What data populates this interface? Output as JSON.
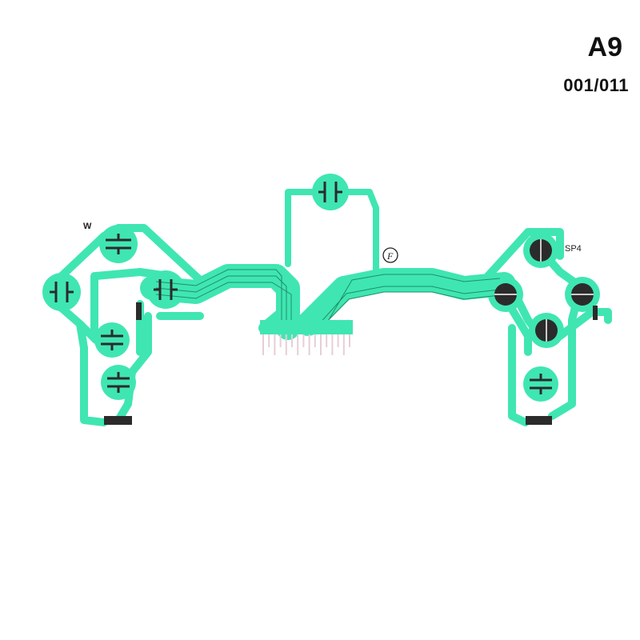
{
  "product": {
    "code": "A9",
    "image_counter": "001/011"
  },
  "circuit": {
    "label_left": "W",
    "label_right": "SP4",
    "logo_text": "F",
    "colors": {
      "film": "#3fe6b2",
      "trace": "#1f8f68",
      "contact": "#2b2b2b",
      "pins": "#e6cfd6"
    }
  }
}
